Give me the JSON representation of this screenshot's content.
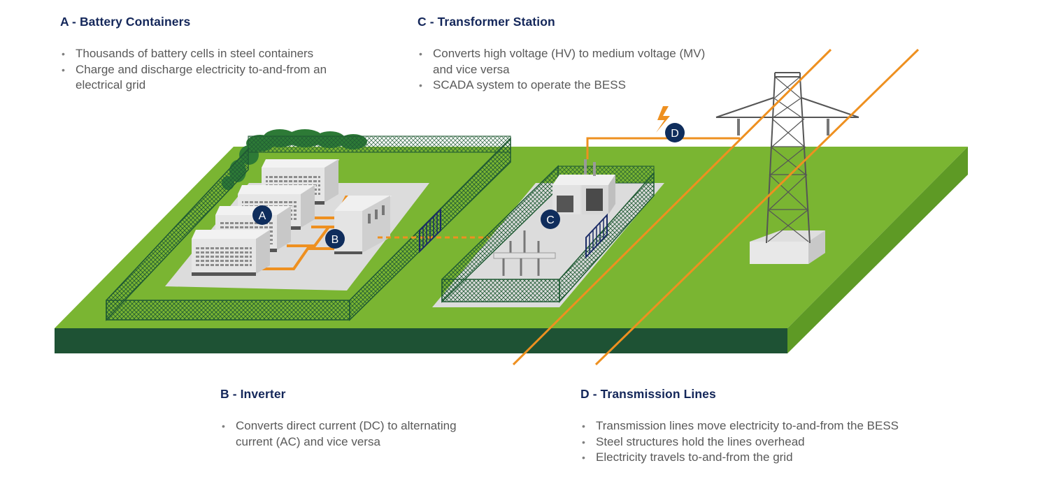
{
  "sections": {
    "a": {
      "title": "A - Battery Containers",
      "bullets": [
        "Thousands of battery cells in steel containers",
        "Charge and discharge electricity to-and-from an electrical grid"
      ]
    },
    "b": {
      "title": "B - Inverter",
      "bullets": [
        "Converts direct current (DC) to alternating current (AC) and vice versa"
      ]
    },
    "c": {
      "title": "C - Transformer Station",
      "bullets": [
        "Converts high voltage (HV) to medium voltage (MV) and vice versa",
        "SCADA system to operate the BESS"
      ]
    },
    "d": {
      "title": "D - Transmission Lines",
      "bullets": [
        "Transmission lines move electricity to-and-from the BESS",
        "Steel structures hold the lines overhead",
        "Electricity travels to-and-from the grid"
      ]
    }
  },
  "markers": {
    "a": "A",
    "b": "B",
    "c": "C",
    "d": "D"
  },
  "colors": {
    "title": "#14275a",
    "bullet_text": "#595959",
    "ground_top": "#7ab532",
    "ground_front": "#1e5234",
    "ground_side": "#5e9a25",
    "fence": "#1f5a33",
    "pad": "#dadada",
    "cable": "#ee9020",
    "marker": "#0f2d5c"
  },
  "icons": [
    "lightning-icon",
    "transmission-tower",
    "battery-container",
    "inverter-cabinet",
    "transformer",
    "fence",
    "trees"
  ]
}
